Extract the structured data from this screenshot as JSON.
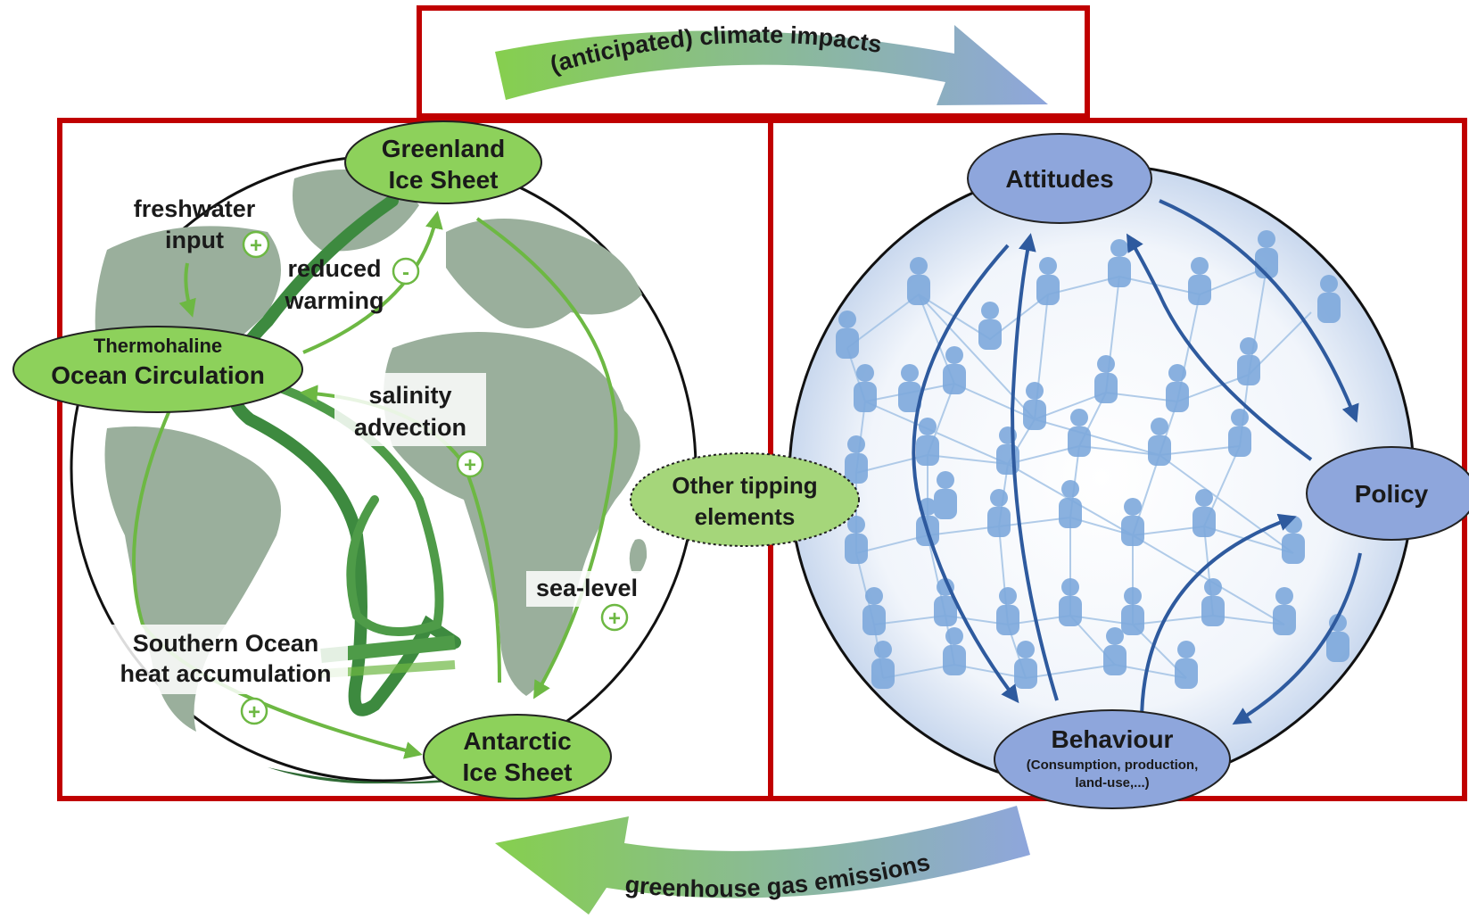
{
  "top_arrow": {
    "label": "(anticipated) climate impacts"
  },
  "bottom_arrow": {
    "label": "greenhouse gas emissions"
  },
  "climate_nodes": {
    "greenland": {
      "line1": "Greenland",
      "line2": "Ice Sheet"
    },
    "thc": {
      "line1": "Thermohaline",
      "line2": "Ocean Circulation"
    },
    "antarctic": {
      "line1": "Antarctic",
      "line2": "Ice Sheet"
    },
    "other": {
      "line1": "Other tipping",
      "line2": "elements"
    }
  },
  "climate_links": {
    "freshwater": {
      "line1": "freshwater",
      "line2": "input",
      "sign": "+"
    },
    "reduced": {
      "line1": "reduced",
      "line2": "warming",
      "sign": "-"
    },
    "salinity": {
      "line1": "salinity",
      "line2": "advection",
      "sign": "+"
    },
    "sealevel": {
      "line1": "sea-level",
      "sign": "+"
    },
    "southern": {
      "line1": "Southern Ocean",
      "line2": "heat accumulation",
      "sign": "+"
    }
  },
  "social_nodes": {
    "attitudes": {
      "label": "Attitudes"
    },
    "policy": {
      "label": "Policy"
    },
    "behaviour": {
      "label": "Behaviour",
      "sub1": "(Consumption, production,",
      "sub2": "land-use,...)"
    }
  },
  "colors": {
    "frame": "#c00000",
    "green_node": "#8dd15b",
    "blue_node": "#8ea6dc",
    "arrow_blue": "#2e5a9e",
    "link_green": "#6db843"
  }
}
